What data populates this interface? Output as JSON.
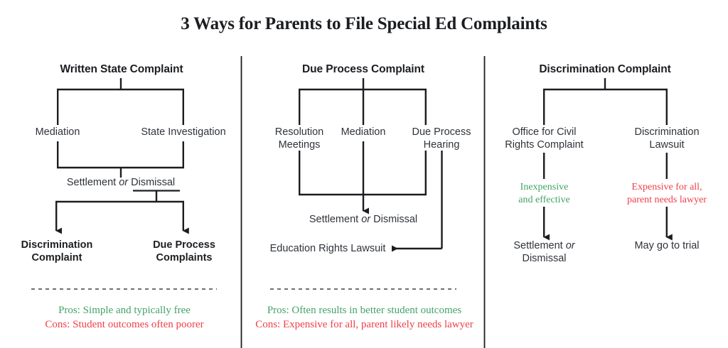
{
  "title": "3 Ways for Parents to File Special Ed Complaints",
  "theme": {
    "background": "#ffffff",
    "text": "#2b2f36",
    "line": "#1b1d21",
    "pro_green": "#43a368",
    "con_red": "#ef4049",
    "divider": "#1b1d21"
  },
  "columns": [
    {
      "id": "written-state-complaint",
      "header": "Written State Complaint",
      "nodes": {
        "mediation": "Mediation",
        "state_investigation": "State Investigation",
        "settlement_prefix": "Settlement ",
        "settlement_or": "or",
        "settlement_suffix": " Dismissal",
        "outcome_left": "Discrimination\nComplaint",
        "outcome_right": "Due Process\nComplaints"
      },
      "proscons": {
        "pros": "Pros: Simple and typically free",
        "cons": "Cons: Student outcomes often poorer"
      }
    },
    {
      "id": "due-process-complaint",
      "header": "Due Process Complaint",
      "nodes": {
        "resolution_meetings": "Resolution\nMeetings",
        "mediation": "Mediation",
        "due_process_hearing": "Due Process\nHearing",
        "settlement_prefix": "Settlement ",
        "settlement_or": "or",
        "settlement_suffix": " Dismissal",
        "education_rights_lawsuit": "Education Rights Lawsuit"
      },
      "proscons": {
        "pros": "Pros: Often results in better student outcomes",
        "cons": "Cons: Expensive for all, parent likely needs lawyer"
      }
    },
    {
      "id": "discrimination-complaint",
      "header": "Discrimination Complaint",
      "nodes": {
        "ocr_complaint": "Office for Civil\nRights Complaint",
        "discrimination_lawsuit": "Discrimination\nLawsuit",
        "note_left": "Inexpensive\nand effective",
        "note_right": "Expensive for all,\nparent needs lawyer",
        "outcome_left_prefix": "Settlement ",
        "outcome_left_or": "or",
        "outcome_left_suffix": "\nDismissal",
        "outcome_right": "May go to trial"
      },
      "proscons": null
    }
  ]
}
